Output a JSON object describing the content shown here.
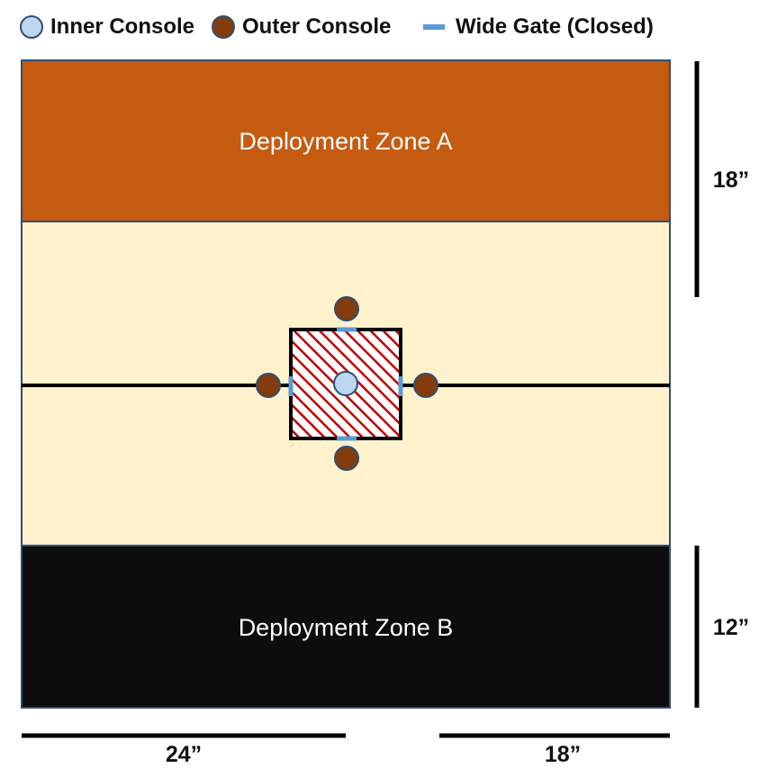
{
  "legend": {
    "inner_console": "Inner Console",
    "outer_console": "Outer Console",
    "wide_gate": "Wide Gate (Closed)"
  },
  "zones": {
    "a_label": "Deployment Zone A",
    "b_label": "Deployment Zone B"
  },
  "dimensions": {
    "right_top": "18”",
    "right_bottom": "12”",
    "bottom_left": "24”",
    "bottom_right": "18”"
  },
  "colors": {
    "zone_a": "#c55a11",
    "zone_b": "#0d0d0d",
    "midfield": "#fff2cc",
    "field_border": "#2f4f74",
    "inner_console": "#bdd7ee",
    "outer_console": "#843c0c",
    "gate": "#5b9bd5",
    "hatch": "#c00000"
  }
}
